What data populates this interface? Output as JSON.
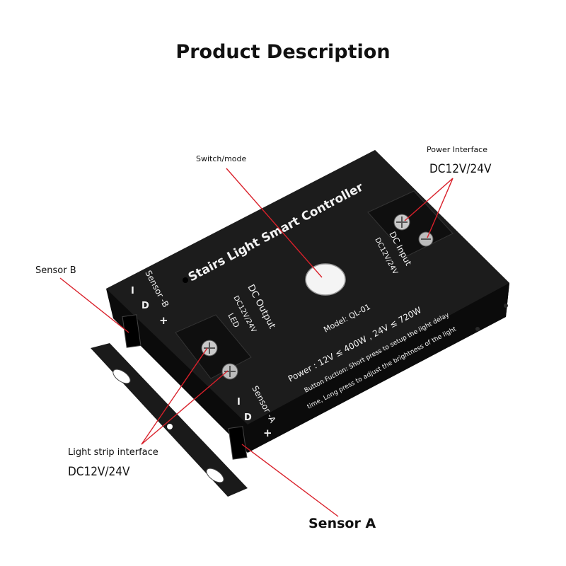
{
  "title": "Product Description",
  "callouts": {
    "switch_mode": "Switch/mode",
    "power_interface": "Power Interface",
    "power_voltage": "DC12V/24V",
    "sensor_b": "Sensor B",
    "light_strip_interface": "Light strip interface",
    "light_strip_voltage": "DC12V/24V",
    "sensor_a": "Sensor A"
  },
  "device_print": {
    "name": "Stairs Light Smart Controller",
    "dc_input": "DC Input",
    "dc_input_rating": "DC12V/24V",
    "sensor_b": "Sensor -B",
    "sensor_b_pins": [
      "I",
      "D",
      "+"
    ],
    "dc_output": "DC Output",
    "dc_output_rating": "DC12V/24V",
    "led_label": "LED",
    "model": "Model:  QL-01",
    "power": "Power :  12V ≤ 400W ,  24V ≤ 720W",
    "button_function_1": "Button Fuction:  Short press to setup the light delay",
    "button_function_2": "time, Long press to adjust the brightness of the light",
    "sensor_a": "Sensor -A",
    "sensor_a_pins": [
      "I",
      "D",
      "+"
    ]
  },
  "colors": {
    "body": "#141414",
    "callout_line": "#d9202a",
    "print": "#f2f2f2"
  }
}
